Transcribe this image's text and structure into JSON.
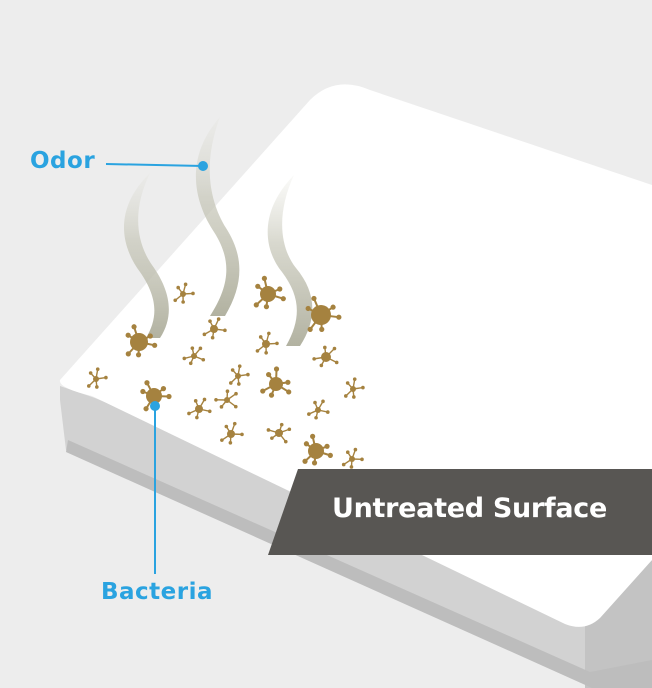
{
  "labels": {
    "odor": "Odor",
    "bacteria": "Bacteria",
    "banner_title": "Untreated Surface"
  },
  "colors": {
    "background": "#ededed",
    "surface_top": "#ffffff",
    "surface_side_light": "#d2d2d2",
    "surface_side_dark": "#c4c4c4",
    "bacteria": "#a5823f",
    "odor_plume": "#b9b9a9",
    "callout": "#2aa3e0",
    "banner": "#585653",
    "banner_text": "#ffffff"
  },
  "icons": [
    "bacteria-microbe-icon",
    "odor-wisp-icon"
  ]
}
